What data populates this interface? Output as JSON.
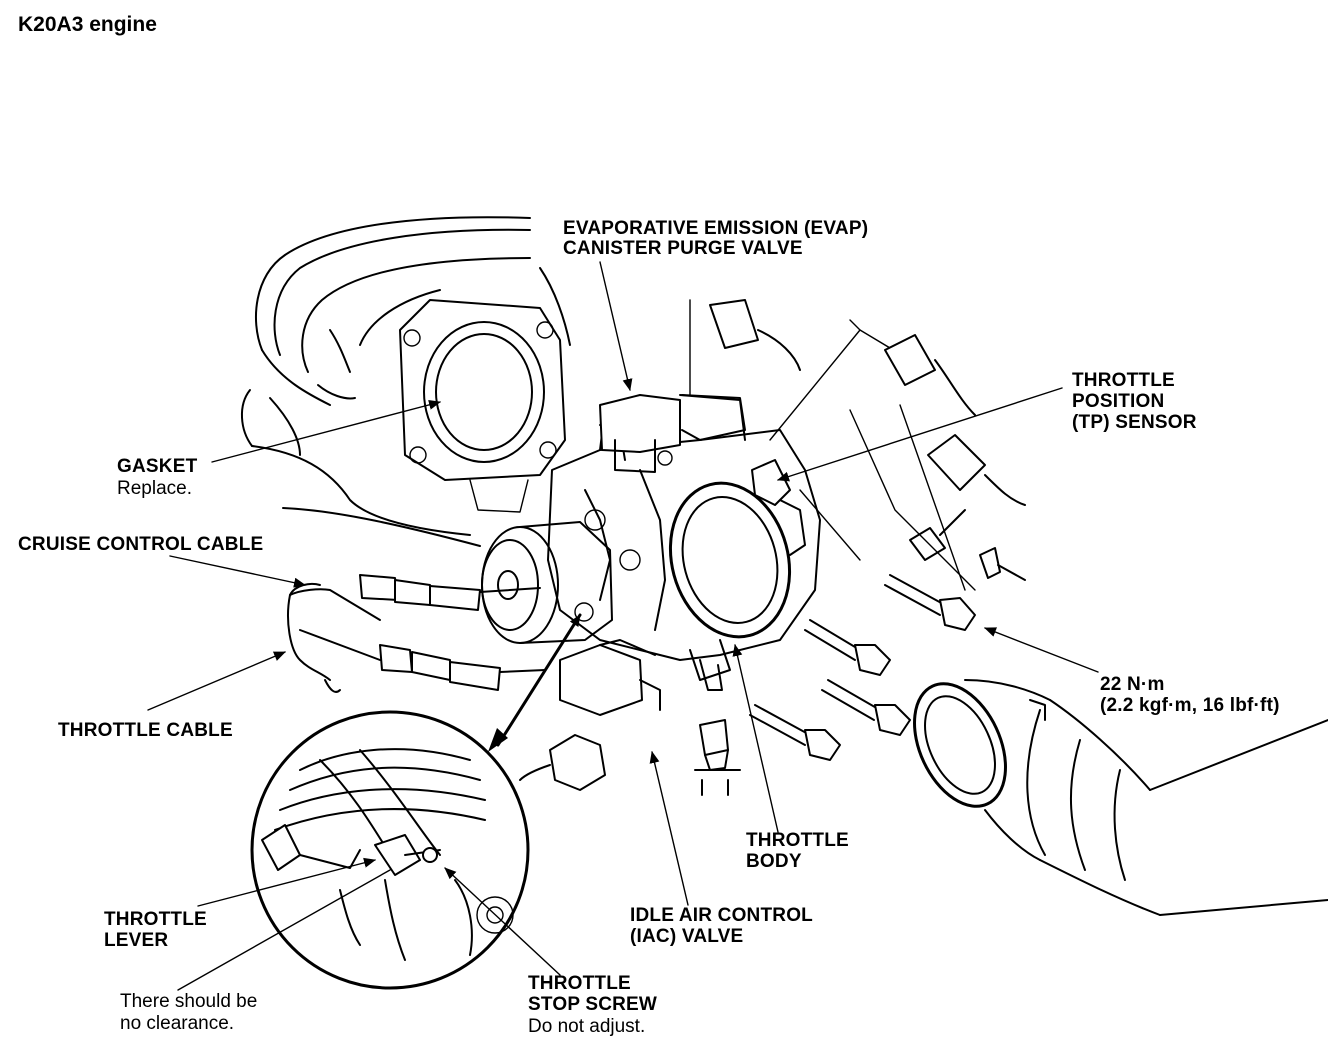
{
  "title": "K20A3 engine",
  "labels": {
    "evap": [
      "EVAPORATIVE EMISSION (EVAP)",
      "CANISTER PURGE VALVE"
    ],
    "tp_sensor": [
      "THROTTLE",
      "POSITION",
      "(TP) SENSOR"
    ],
    "gasket": {
      "name": "GASKET",
      "note": "Replace."
    },
    "cruise_cable": "CRUISE CONTROL CABLE",
    "throttle_cable": "THROTTLE CABLE",
    "torque": [
      "22 N·m",
      "(2.2 kgf·m, 16 lbf·ft)"
    ],
    "throttle_body": [
      "THROTTLE",
      "BODY"
    ],
    "iac_valve": [
      "IDLE AIR CONTROL",
      "(IAC) VALVE"
    ],
    "throttle_lever": {
      "name": [
        "THROTTLE",
        "LEVER"
      ],
      "note": [
        "There should be",
        "no clearance."
      ]
    },
    "stop_screw": {
      "name": [
        "THROTTLE",
        "STOP SCREW"
      ],
      "note": "Do not adjust."
    }
  }
}
